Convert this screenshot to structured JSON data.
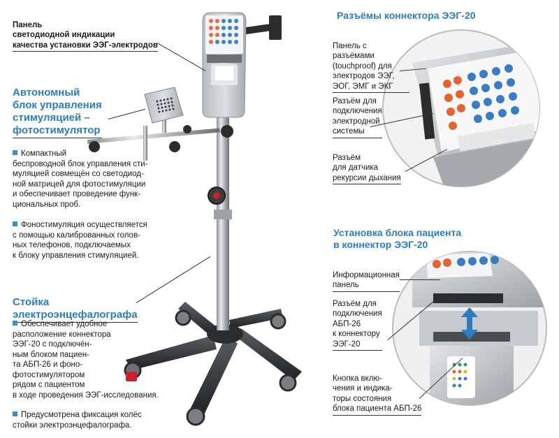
{
  "left": {
    "led_panel_label": "Панель\nсветодиодной индикации\nкачества установки ЭЭГ-электродов",
    "stim_heading": "Автономный\nблок управления\nстимуляцией –\nфотостимулятор",
    "stim_bullet1": "Компактный\nбеспроводной блок управления сти-\nмуляцией совмещён со светодиод-\nной матрицей для фотостимуляции\nи обеспечивает проведение функ-\nциональных проб.",
    "stim_bullet2": "Фоностимуляция осуществляется\nс помощью калиброванных голов-\nных телефонов, подключаемых\nк блоку управления стимуляцией.",
    "stand_heading": "Стойка\nэлектроэнцефалографа",
    "stand_bullet1": "Обеспечивает удобное\nрасположение коннектора\nЭЭГ-20 с подключён-\nным блоком пациен-\nта АБП-26 и фоно-\nфотостимулятором\nрядом с пациентом\nв ходе проведения ЭЭГ-исследования.",
    "stand_bullet2": "Предусмотрена фиксация колёс\nстойки электроэнцефалографа."
  },
  "right_top": {
    "heading": "Разъёмы коннектора ЭЭГ-20",
    "label1": "Панель с разъёмами\n(touchproof) для\nэлектродов ЭЭГ,\nЭОГ, ЭМГ и ЭКГ",
    "label2": "Разъём для\nподключения\nэлектродной\nсистемы",
    "label3": "Разъём\nдля датчика\nрекурсии дыхания"
  },
  "right_bottom": {
    "heading": "Установка блока пациента\nв коннектор ЭЭГ-20",
    "label1": "Информационная\nпанель",
    "label2": "Разъём для\nподключения\nАБП-26\nк коннектору\nЭЭГ-20",
    "label3": "Кнопка вклю-\nчения и индика-\nторы состояния\nблока пациента АБП-26"
  },
  "colors": {
    "accent": "#2b7dc0",
    "bullet": "#3b8ed0"
  }
}
